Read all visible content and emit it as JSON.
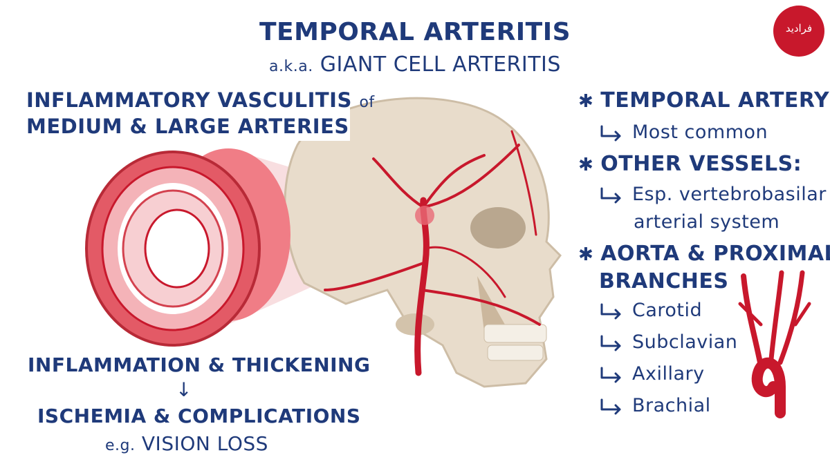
{
  "title": "TEMPORAL ARTERITIS",
  "subtitle": {
    "prefix": "a.k.a.",
    "text": "GIANT CELL ARTERITIS"
  },
  "definition": {
    "line1": "INFLAMMATORY VASCULITIS",
    "line1_suffix": "of",
    "line2": "MEDIUM & LARGE ARTERIES"
  },
  "pathway": {
    "step1": "INFLAMMATION & THICKENING",
    "arrow": "↓",
    "step2": "ISCHEMIA & COMPLICATIONS",
    "example_prefix": "e.g.",
    "example": "VISION LOSS"
  },
  "sites": {
    "temporal": {
      "head": "TEMPORAL ARTERY",
      "sub": "Most common"
    },
    "other": {
      "head": "OTHER VESSELS:",
      "sub_line1": "Esp. vertebrobasilar",
      "sub_line2": "arterial system"
    },
    "aorta": {
      "head_line1": "AORTA & PROXIMAL",
      "head_line2": "BRANCHES",
      "branches": [
        "Carotid",
        "Subclavian",
        "Axillary",
        "Brachial"
      ]
    }
  },
  "logo": {
    "text": "فرادید"
  },
  "colors": {
    "ink": "#1f3a7a",
    "artery": "#c8182c",
    "bone": "#e8dccb",
    "vessel_wall": "#e35a66",
    "logo": "#c8182c"
  },
  "icons": [
    "asterisk-bullet-icon",
    "hook-arrow-icon",
    "skull-illustration",
    "artery-cross-section-illustration",
    "aortic-arch-illustration"
  ]
}
